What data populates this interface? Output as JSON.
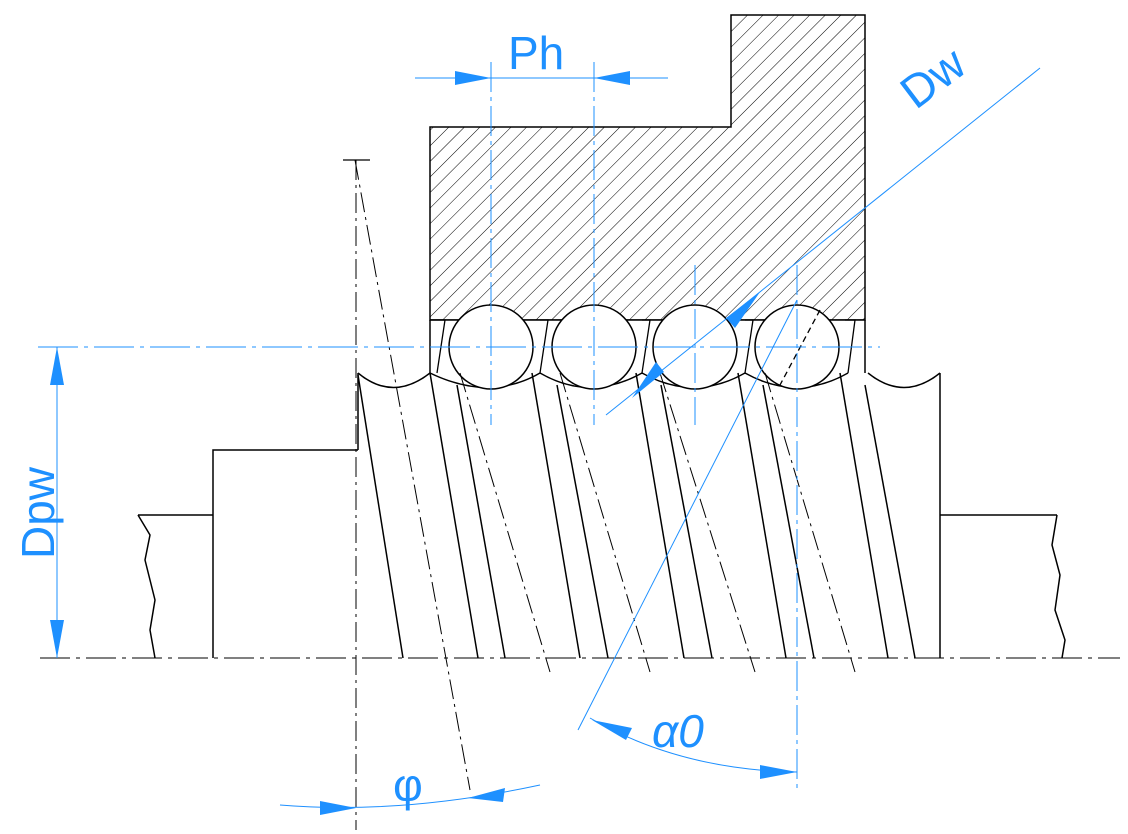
{
  "labels": {
    "ph": "Ph",
    "dw": "Dw",
    "dpw": "Dpw",
    "alpha": "α0",
    "phi": "φ"
  },
  "colors": {
    "outline": "#000000",
    "dimension": "#1e90ff",
    "hatch": "#000000",
    "background": "#ffffff"
  }
}
